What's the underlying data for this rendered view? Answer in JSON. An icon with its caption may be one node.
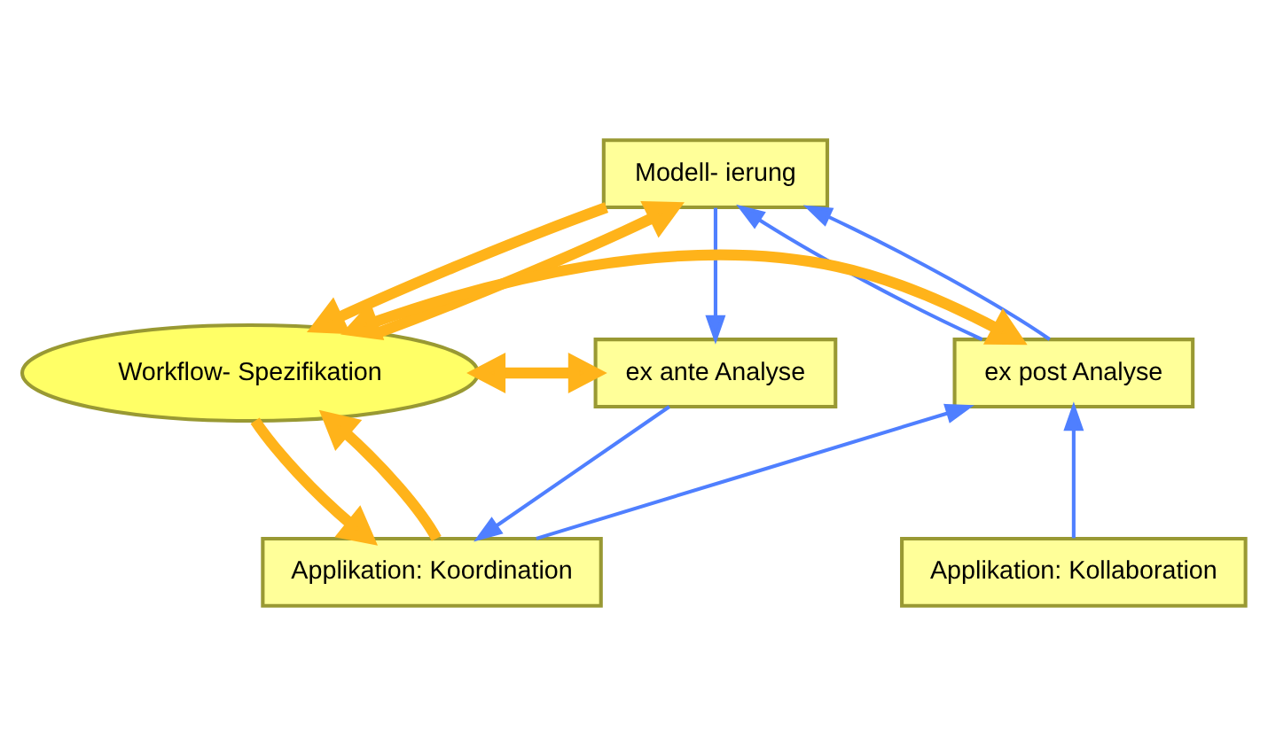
{
  "diagram": {
    "nodes": [
      {
        "text": [
          "Modell- ierung"
        ]
      },
      {
        "text": [
          "ex post Analyse"
        ]
      },
      {
        "text": [
          "Workflow- Spezifikation"
        ]
      },
      {
        "text": [
          "ex ante Analyse"
        ]
      },
      {
        "text": [
          "Applikation: Kollaboration"
        ]
      },
      {
        "text": [
          "Applikation: Koordination"
        ]
      }
    ],
    "edges": [
      {
        "from": 4,
        "to": 1,
        "arrow": "to"
      },
      {
        "from": 1,
        "to": 0,
        "arrow": "to"
      },
      {
        "from": 1,
        "to": 0,
        "arrow": "to"
      },
      {
        "from": 0,
        "to": 3,
        "arrow": "to"
      },
      {
        "from": 3,
        "to": 5,
        "arrow": "to"
      },
      {
        "from": 5,
        "to": 1,
        "arrow": "to"
      },
      {
        "from": 2,
        "to": 0,
        "arrow": "to",
        "style": "thick",
        "color": "#ffb31a"
      },
      {
        "from": 0,
        "to": 2,
        "arrow": "to",
        "style": "thick",
        "color": "#ffb31a"
      },
      {
        "from": 2,
        "to": 1,
        "arrow": "both",
        "style": "thick",
        "color": "#ffb31a"
      },
      {
        "from": 2,
        "to": 3,
        "arrow": "both",
        "style": "thick",
        "color": "#ffb31a"
      },
      {
        "from": 5,
        "to": 2,
        "arrow": "to",
        "style": "thick",
        "color": "#ffb31a"
      },
      {
        "from": 2,
        "to": 5,
        "arrow": "to",
        "style": "thick",
        "color": "#ffb31a"
      }
    ]
  }
}
